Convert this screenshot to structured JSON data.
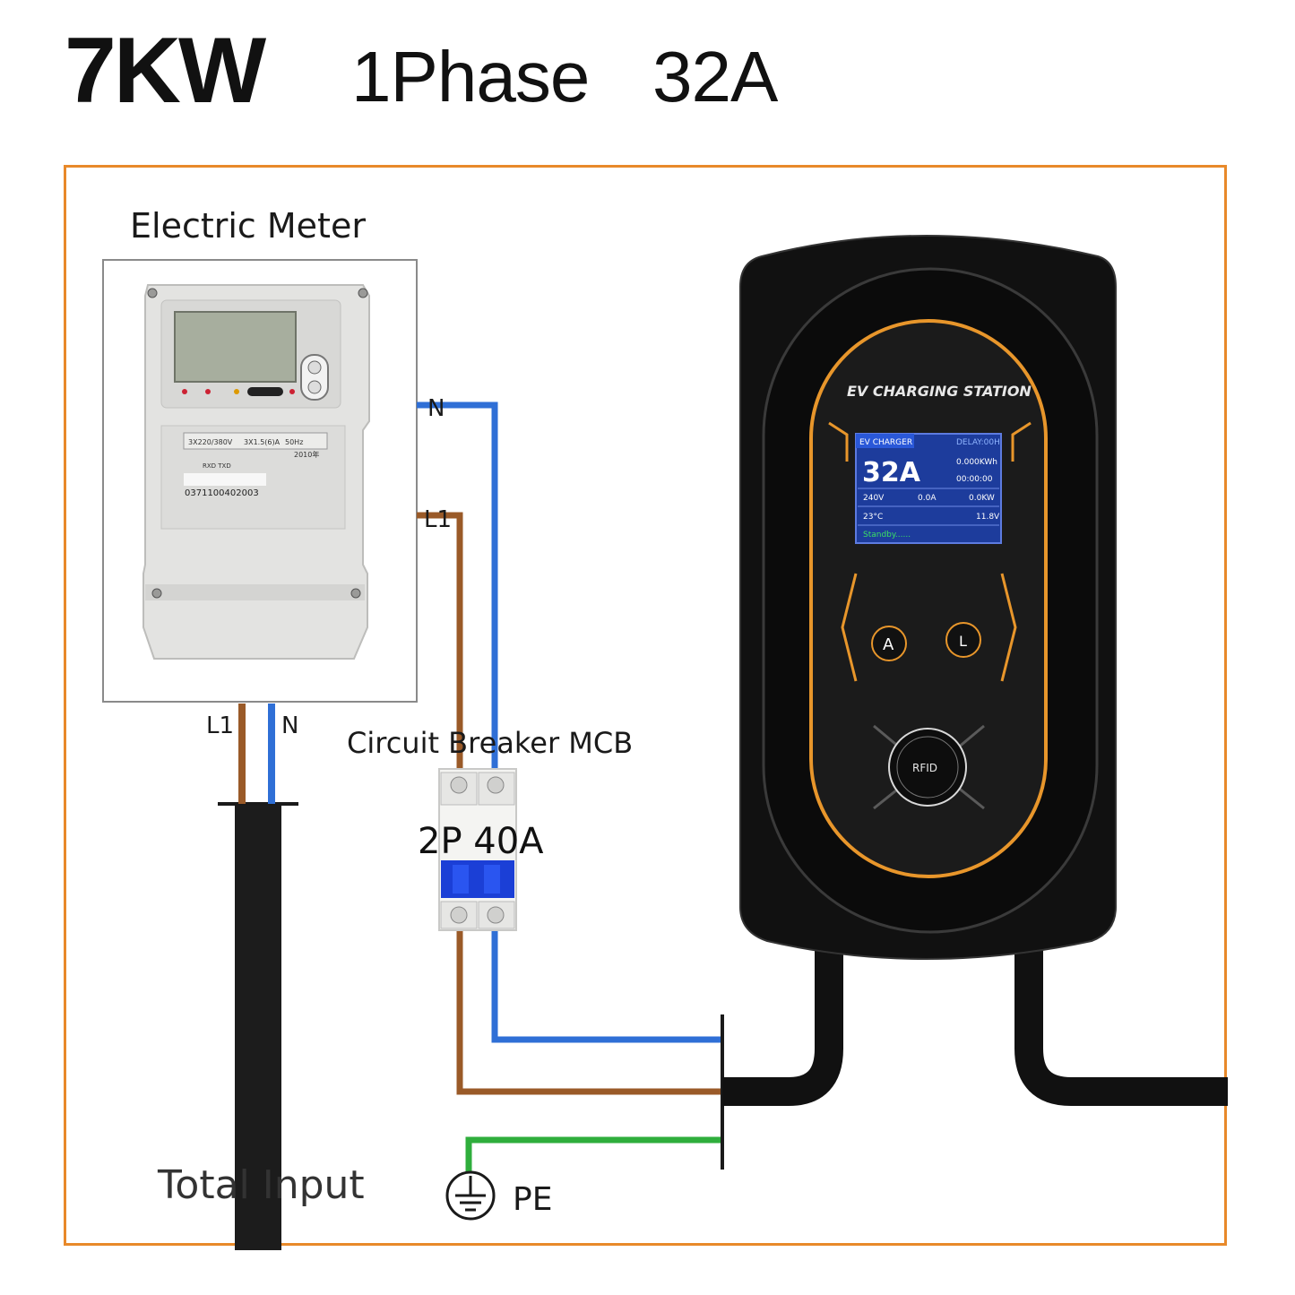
{
  "header": {
    "power": "7KW",
    "phase": "1Phase",
    "current": "32A"
  },
  "meter": {
    "title": "Electric Meter",
    "spec_row": [
      "3X220/380V",
      "3X1.5(6)A",
      "50Hz"
    ],
    "serial": "0371100402003",
    "year": "2010年",
    "rxd_txd": "RXD TXD"
  },
  "wires": {
    "meter_out_n": "N",
    "meter_out_l1": "L1",
    "input_l1": "L1",
    "input_n": "N",
    "total_input": "Total Input",
    "pe": "PE"
  },
  "breaker": {
    "title": "Circuit Breaker MCB",
    "rating": "2P 40A"
  },
  "charger": {
    "header": "EV CHARGING STATION",
    "screen": {
      "brand": "EV CHARGER",
      "delay": "DELAY:00H",
      "current": "32A",
      "energy": "0.000KWh",
      "time": "00:00:00",
      "voltage": "240V",
      "amps": "0.0A",
      "power": "0.0KW",
      "temp": "23°C",
      "aux_voltage": "11.8V",
      "status": "Standby......"
    },
    "btn_a": "A",
    "btn_l": "L",
    "rfid": "RFID"
  },
  "colors": {
    "neutral_wire": "#2f6fd6",
    "live_wire": "#9a5a28",
    "earth_wire": "#2fae3c",
    "frame": "#e8892a",
    "charger_accent": "#e8962b",
    "screen_bg": "#1d3c9c"
  }
}
